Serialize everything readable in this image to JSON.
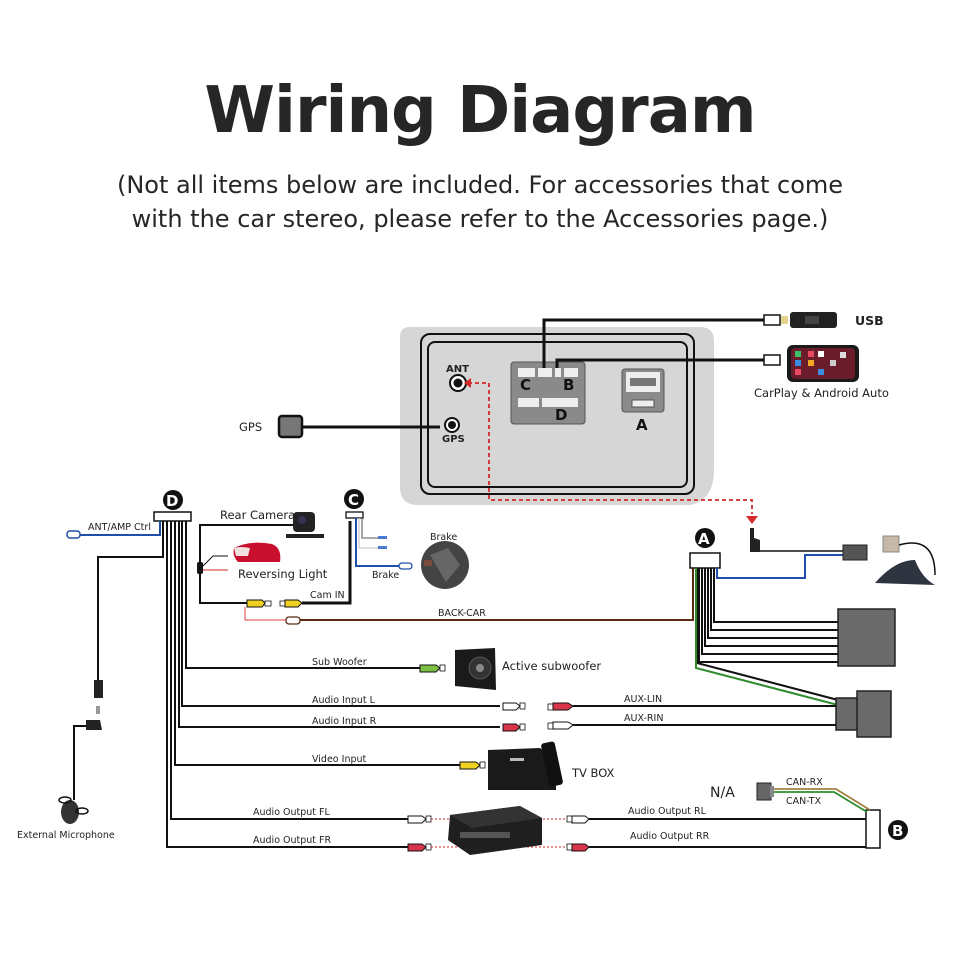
{
  "header": {
    "title": "Wiring Diagram",
    "subtitle_line1": "(Not all items below are included. For accessories that come",
    "subtitle_line2": "with the car stereo, please refer to the Accessories page.)"
  },
  "head_unit": {
    "ports": {
      "ant": "ANT",
      "gps": "GPS",
      "c": "C",
      "b": "B",
      "d": "D",
      "a": "A"
    }
  },
  "devices": {
    "usb": "USB",
    "carplay": "CarPlay & Android Auto",
    "gps_antenna": "GPS",
    "rear_camera": "Rear Camera",
    "reversing_light": "Reversing Light",
    "brake_device": "Brake",
    "active_subwoofer": "Active subwoofer",
    "tv_box": "TV BOX",
    "external_microphone": "External Microphone",
    "na": "N/A"
  },
  "connectors": {
    "d": "D",
    "c": "C",
    "a": "A",
    "b": "B"
  },
  "wire_labels": {
    "ant_amp_ctrl": "ANT/AMP Ctrl",
    "cam_in": "Cam IN",
    "brake": "Brake",
    "back_car": "BACK-CAR",
    "sub_woofer": "Sub Woofer",
    "audio_input_l": "Audio Input L",
    "audio_input_r": "Audio Input R",
    "video_input": "Video Input",
    "aux_lin": "AUX-LIN",
    "aux_rin": "AUX-RIN",
    "audio_output_fl": "Audio Output FL",
    "audio_output_fr": "Audio Output FR",
    "audio_output_rl": "Audio Output RL",
    "audio_output_rr": "Audio Output RR",
    "can_rx": "CAN-RX",
    "can_tx": "CAN-TX"
  },
  "colors": {
    "wire_black": "#111111",
    "wire_blue": "#1f4fa8",
    "wire_red_dashed": "#d12a2a",
    "wire_brown": "#5a2a12",
    "wire_green": "#2e8b2e",
    "rca_yellow": "#f0d020",
    "rca_red": "#d8344a",
    "rca_white": "#ffffff",
    "rca_green": "#7bc043",
    "panel_gray": "#d9d9d9",
    "connector_gray": "#6a6a6a"
  }
}
